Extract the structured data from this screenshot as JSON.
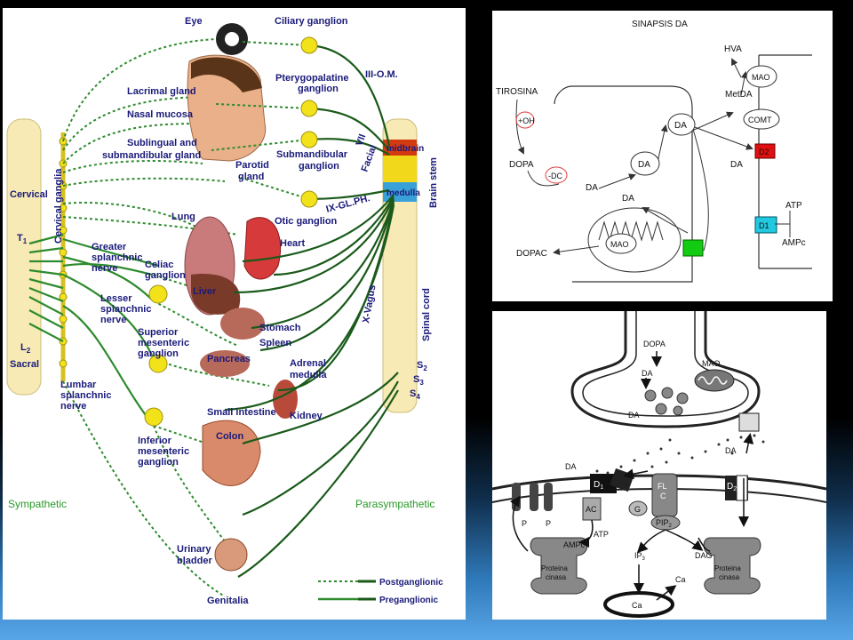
{
  "panel_left": {
    "organs": {
      "eye": "Eye",
      "lacrimal": "Lacrimal gland",
      "nasal": "Nasal mucosa",
      "sublingual1": "Sublingual and",
      "sublingual2": "submandibular gland",
      "parotid1": "Parotid",
      "parotid2": "gland",
      "lung": "Lung",
      "heart": "Heart",
      "liver": "Liver",
      "stomach": "Stomach",
      "spleen": "Spleen",
      "pancreas": "Pancreas",
      "adrenal1": "Adrenal",
      "adrenal2": "medulla",
      "small_intestine": "Small intestine",
      "kidney": "Kidney",
      "colon": "Colon",
      "bladder1": "Urinary",
      "bladder2": "bladder",
      "genitalia": "Genitalia"
    },
    "ganglia": {
      "ciliary": "Ciliary ganglion",
      "ptery1": "Pterygopalatine",
      "ptery2": "ganglion",
      "submand1": "Submandibular",
      "submand2": "ganglion",
      "otic": "Otic ganglion",
      "celiac1": "Celiac",
      "celiac2": "ganglion",
      "supmes1": "Superior",
      "supmes2": "mesenteric",
      "supmes3": "ganglion",
      "infmes1": "Inferior",
      "infmes2": "mesenteric",
      "infmes3": "ganglion"
    },
    "nerves": {
      "cervical_ganglia": "Cervical ganglia",
      "greater1": "Greater",
      "greater2": "splanchnic",
      "greater3": "nerve",
      "lesser1": "Lesser",
      "lesser2": "splanchnic",
      "lesser3": "nerve",
      "lumbar1": "Lumbar",
      "lumbar2": "splanchnic",
      "lumbar3": "nerve",
      "iii": "III-O.M.",
      "vii1": "VII",
      "vii2": "Facial",
      "ix": "IX-GL.PH.",
      "x": "X-Vagus"
    },
    "spine": {
      "cervical": "Cervical",
      "t1": "T",
      "t1_sub": "1",
      "l2": "L",
      "l2_sub": "2",
      "sacral": "Sacral",
      "midbrain": "midbrain",
      "medulla": "medulla",
      "brain_stem": "Brain stem",
      "spinal_cord": "Spinal cord",
      "s2": "S",
      "s2_sub": "2",
      "s3": "S",
      "s3_sub": "3",
      "s4": "S",
      "s4_sub": "4"
    },
    "sympathetic": "Sympathetic",
    "parasympathetic": "Parasympathetic",
    "legend": {
      "post": "Postganglionic",
      "pre": "Preganglionic"
    },
    "colors": {
      "nerve": "#2e8b2e",
      "ganglion": "#f2e21a",
      "spine": "#f7eab4"
    }
  },
  "panel_top_right": {
    "title": "SINAPSIS DA",
    "labels": {
      "tirosina": "TIROSINA",
      "oh": "+OH",
      "dopa": "DOPA",
      "dc": "-DC",
      "da": "DA",
      "dopac": "DOPAC",
      "mao": "MAO",
      "hva": "HVA",
      "metda": "MetDA",
      "comt": "COMT",
      "d2": "D2",
      "d1": "D1",
      "atp": "ATP",
      "ampc": "AMPc"
    },
    "colors": {
      "d2": "#e01010",
      "d1": "#22c8e0",
      "transporter": "#11cc11",
      "enzyme_ring": "#e04040"
    }
  },
  "panel_bottom_right": {
    "labels": {
      "dopa": "DOPA",
      "da": "DA",
      "mao": "MAO",
      "d1": "D",
      "d1_sub": "1",
      "d2": "D",
      "d2_sub": "2",
      "flc1": "FL",
      "flc2": "C",
      "ac": "AC",
      "g": "G",
      "p": "P",
      "pip": "PIP",
      "pip_sub": "2",
      "atp": "ATP",
      "ampc": "AMPc",
      "ip": "IP",
      "ip_sub": "3",
      "dag": "DAG",
      "prot1": "Proteina",
      "prot2": "cinasa",
      "ca": "Ca"
    }
  }
}
